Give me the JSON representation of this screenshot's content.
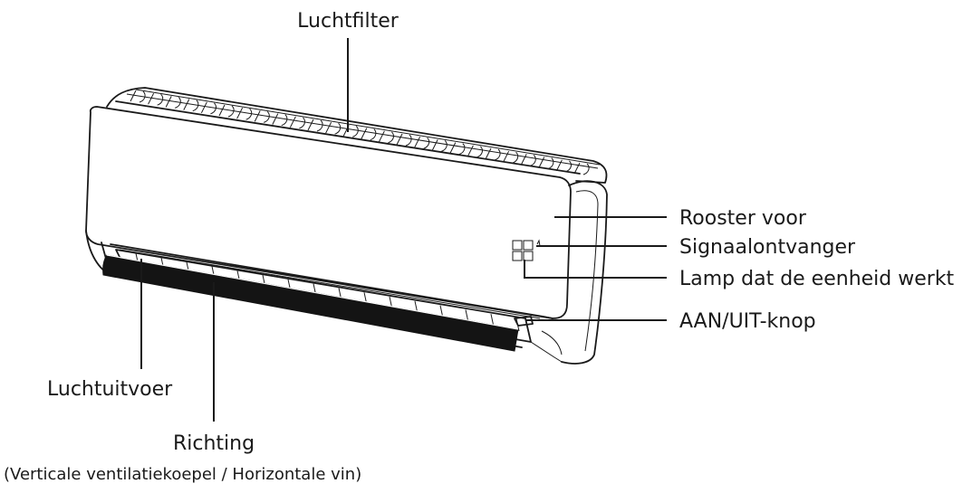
{
  "diagram": {
    "labels": {
      "air_filter": "Luchtfilter",
      "front_grille": "Rooster voor",
      "signal_receiver": "Signaalontvanger",
      "operation_lamp": "Lamp dat de eenheid werkt",
      "on_off_button": "AAN/UIT-knop",
      "air_outlet": "Luchtuitvoer",
      "direction": "Richting",
      "direction_detail": "(Verticale ventilatiekoepel / Horizontale vin)"
    },
    "colors": {
      "line": "#1a1a1a",
      "vane": "#141414",
      "background": "#ffffff"
    }
  }
}
